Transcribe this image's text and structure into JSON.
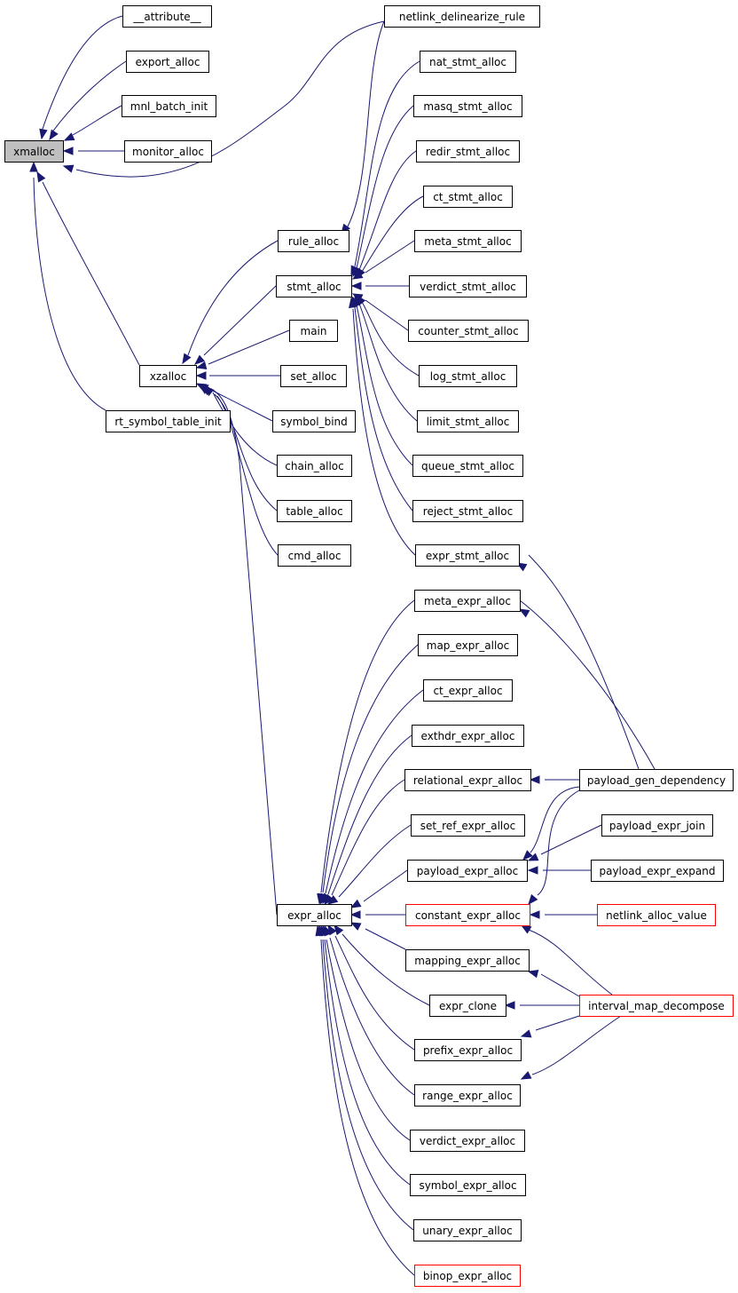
{
  "graph": {
    "colors": {
      "edge": "#191970",
      "node_border": "#000000",
      "truncated_border": "#ff0000",
      "focus_fill": "#bfbfbf"
    },
    "nodes": {
      "xmalloc": "xmalloc",
      "attribute": "__attribute__",
      "export_alloc": "export_alloc",
      "mnl_batch_init": "mnl_batch_init",
      "monitor_alloc": "monitor_alloc",
      "netlink_delinearize_rule": "netlink_delinearize_rule",
      "nat_stmt_alloc": "nat_stmt_alloc",
      "masq_stmt_alloc": "masq_stmt_alloc",
      "redir_stmt_alloc": "redir_stmt_alloc",
      "ct_stmt_alloc": "ct_stmt_alloc",
      "rule_alloc": "rule_alloc",
      "meta_stmt_alloc": "meta_stmt_alloc",
      "stmt_alloc": "stmt_alloc",
      "verdict_stmt_alloc": "verdict_stmt_alloc",
      "counter_stmt_alloc": "counter_stmt_alloc",
      "main": "main",
      "xzalloc": "xzalloc",
      "set_alloc": "set_alloc",
      "log_stmt_alloc": "log_stmt_alloc",
      "rt_symbol_table_init": "rt_symbol_table_init",
      "symbol_bind": "symbol_bind",
      "limit_stmt_alloc": "limit_stmt_alloc",
      "chain_alloc": "chain_alloc",
      "queue_stmt_alloc": "queue_stmt_alloc",
      "table_alloc": "table_alloc",
      "reject_stmt_alloc": "reject_stmt_alloc",
      "cmd_alloc": "cmd_alloc",
      "expr_stmt_alloc": "expr_stmt_alloc",
      "meta_expr_alloc": "meta_expr_alloc",
      "map_expr_alloc": "map_expr_alloc",
      "ct_expr_alloc": "ct_expr_alloc",
      "exthdr_expr_alloc": "exthdr_expr_alloc",
      "relational_expr_alloc": "relational_expr_alloc",
      "payload_gen_dependency": "payload_gen_dependency",
      "set_ref_expr_alloc": "set_ref_expr_alloc",
      "payload_expr_join": "payload_expr_join",
      "payload_expr_alloc": "payload_expr_alloc",
      "payload_expr_expand": "payload_expr_expand",
      "expr_alloc": "expr_alloc",
      "constant_expr_alloc": "constant_expr_alloc",
      "netlink_alloc_value": "netlink_alloc_value",
      "mapping_expr_alloc": "mapping_expr_alloc",
      "expr_clone": "expr_clone",
      "interval_map_decompose": "interval_map_decompose",
      "prefix_expr_alloc": "prefix_expr_alloc",
      "range_expr_alloc": "range_expr_alloc",
      "verdict_expr_alloc": "verdict_expr_alloc",
      "symbol_expr_alloc": "symbol_expr_alloc",
      "unary_expr_alloc": "unary_expr_alloc",
      "binop_expr_alloc": "binop_expr_alloc"
    }
  }
}
